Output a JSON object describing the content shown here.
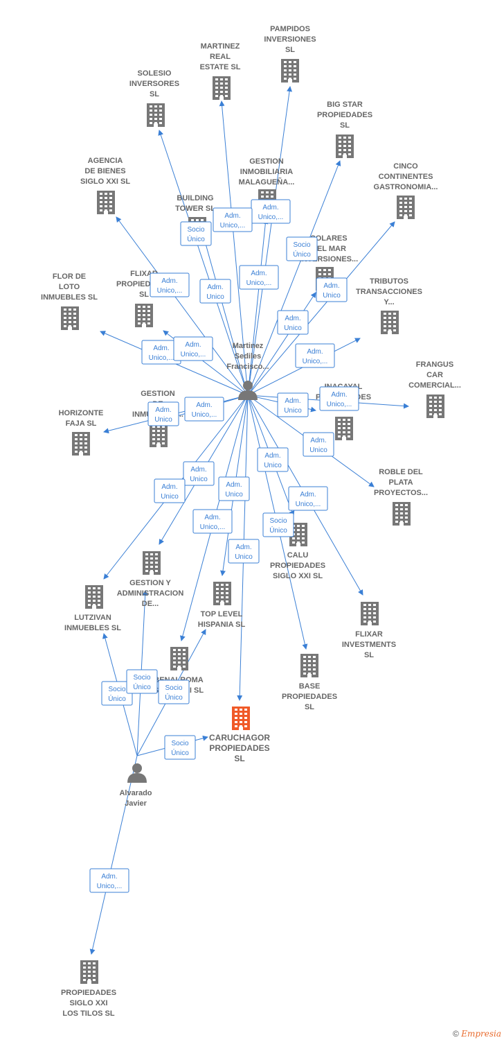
{
  "colors": {
    "edge": "#3a7fd5",
    "building": "#777777",
    "building_main": "#f05a28",
    "person": "#777777"
  },
  "persons": [
    {
      "id": "martinez",
      "lines": [
        "Martinez",
        "Sedile s",
        "Francisco..."
      ]
    },
    {
      "id": "alvarado",
      "lines": [
        "Alvarado",
        "Javier"
      ]
    }
  ],
  "companies": [
    {
      "id": "pampidos",
      "lines": [
        "PAMPIDOS",
        "INVERSIONES",
        "SL"
      ]
    },
    {
      "id": "martinez_real",
      "lines": [
        "MARTINEZ",
        "REAL",
        "ESTATE  SL"
      ]
    },
    {
      "id": "solesio",
      "lines": [
        "SOLESIO",
        "INVERSORES",
        "SL"
      ]
    },
    {
      "id": "bigstar",
      "lines": [
        "BIG STAR",
        "PROPIEDADES",
        "SL"
      ]
    },
    {
      "id": "agencia",
      "lines": [
        "AGENCIA",
        "DE BIENES",
        "SIGLO XXI  SL"
      ]
    },
    {
      "id": "gestion_malaga",
      "lines": [
        "GESTION",
        "INMOBILIARIA",
        "MALAGUEÑA..."
      ]
    },
    {
      "id": "cinco",
      "lines": [
        "CINCO",
        "CONTINENTES",
        "GASTRONOMIA..."
      ]
    },
    {
      "id": "building",
      "lines": [
        "BUILDING",
        "TOWER  SL"
      ]
    },
    {
      "id": "solares",
      "lines": [
        "SOLARES",
        "DEL MAR",
        "INVERSIONES..."
      ]
    },
    {
      "id": "flor",
      "lines": [
        "FLOR DE",
        "LOTO",
        "INMUEBLES  SL"
      ]
    },
    {
      "id": "flixar_prop",
      "lines": [
        "FLIXAR",
        "PROPIEDADES",
        "SL"
      ]
    },
    {
      "id": "tributos",
      "lines": [
        "TRIBUTOS",
        "TRANSACCIONES",
        "Y..."
      ]
    },
    {
      "id": "frangus",
      "lines": [
        "FRANGUS",
        "CAR",
        "COMERCIAL..."
      ]
    },
    {
      "id": "gestion_de",
      "lines": [
        "GESTION",
        "DE",
        "INMUEBLES..."
      ]
    },
    {
      "id": "inacayal",
      "lines": [
        "INACAYAL",
        "PROPIEDADES",
        "SL"
      ]
    },
    {
      "id": "horizonte",
      "lines": [
        "HORIZONTE",
        "FAJA  SL"
      ]
    },
    {
      "id": "roble",
      "lines": [
        "ROBLE DEL",
        "PLATA",
        "PROYECTOS..."
      ]
    },
    {
      "id": "calu",
      "lines": [
        "CALU",
        "PROPIEDADES",
        "SIGLO XXI  SL"
      ]
    },
    {
      "id": "gestion_admin",
      "lines": [
        "GESTION Y",
        "ADMINISTRACION",
        "DE..."
      ]
    },
    {
      "id": "lutzivan",
      "lines": [
        "LUTZIVAN",
        "INMUEBLES  SL"
      ]
    },
    {
      "id": "toplevel",
      "lines": [
        "TOP LEVEL",
        "HISPANIA  SL"
      ]
    },
    {
      "id": "flixar_inv",
      "lines": [
        "FLIXAR",
        "INVESTMENTS",
        "SL"
      ]
    },
    {
      "id": "benalroma",
      "lines": [
        "BENALROMA",
        "SIGLO XXI  SL"
      ]
    },
    {
      "id": "base",
      "lines": [
        "BASE",
        "PROPIEDADES",
        "SL"
      ]
    },
    {
      "id": "caruchagor",
      "lines": [
        "CARUCHAGOR",
        "PROPIEDADES",
        "SL"
      ],
      "main": true
    },
    {
      "id": "tilos",
      "lines": [
        "PROPIEDADES",
        "SIGLO XXI",
        "LOS TILOS  SL"
      ]
    }
  ],
  "edges": [
    {
      "from": "martinez",
      "to": "pampidos",
      "label": [
        "Adm.",
        "Unico,..."
      ]
    },
    {
      "from": "martinez",
      "to": "martinez_real",
      "label": [
        "Adm.",
        "Unico,..."
      ]
    },
    {
      "from": "martinez",
      "to": "solesio",
      "label": [
        "Socio",
        "Único"
      ]
    },
    {
      "from": "martinez",
      "to": "bigstar",
      "label": [
        "Socio",
        "Único"
      ]
    },
    {
      "from": "martinez",
      "to": "agencia",
      "label": [
        "Adm.",
        "Unico,..."
      ]
    },
    {
      "from": "martinez",
      "to": "gestion_malaga",
      "label": [
        "Adm.",
        "Unico,..."
      ]
    },
    {
      "from": "martinez",
      "to": "cinco",
      "label": [
        "Adm.",
        "Unico"
      ]
    },
    {
      "from": "martinez",
      "to": "building",
      "label": [
        "Adm.",
        "Unico"
      ]
    },
    {
      "from": "martinez",
      "to": "solares",
      "label": [
        "Adm.",
        "Unico"
      ]
    },
    {
      "from": "martinez",
      "to": "flor",
      "label": [
        "Adm.",
        "Unico,..."
      ]
    },
    {
      "from": "martinez",
      "to": "flixar_prop",
      "label": [
        "Adm.",
        "Unico,..."
      ]
    },
    {
      "from": "martinez",
      "to": "tributos",
      "label": [
        "Adm.",
        "Unico,..."
      ]
    },
    {
      "from": "martinez",
      "to": "frangus",
      "label": [
        "Adm.",
        "Unico,..."
      ]
    },
    {
      "from": "martinez",
      "to": "gestion_de",
      "label": [
        "Adm.",
        "Unico,..."
      ]
    },
    {
      "from": "martinez",
      "to": "inacayal",
      "label": [
        "Adm.",
        "Unico"
      ]
    },
    {
      "from": "martinez",
      "to": "horizonte",
      "label": [
        "Adm.",
        "Unico"
      ]
    },
    {
      "from": "martinez",
      "to": "roble",
      "label": [
        "Adm.",
        "Unico"
      ]
    },
    {
      "from": "martinez",
      "to": "calu",
      "label": [
        "Adm.",
        "Unico"
      ]
    },
    {
      "from": "martinez",
      "to": "gestion_admin",
      "label": [
        "Adm.",
        "Unico"
      ]
    },
    {
      "from": "martinez",
      "to": "lutzivan",
      "label": [
        "Adm.",
        "Unico"
      ]
    },
    {
      "from": "martinez",
      "to": "toplevel",
      "label": [
        "Adm.",
        "Unico"
      ]
    },
    {
      "from": "martinez",
      "to": "flixar_inv",
      "label": [
        "Adm.",
        "Unico,..."
      ]
    },
    {
      "from": "martinez",
      "to": "benalroma",
      "label": [
        "Adm.",
        "Unico,..."
      ]
    },
    {
      "from": "martinez",
      "to": "base",
      "label": [
        "Socio",
        "Único"
      ]
    },
    {
      "from": "martinez",
      "to": "caruchagor",
      "label": [
        "Adm.",
        "Unico"
      ]
    },
    {
      "from": "alvarado",
      "to": "lutzivan",
      "label": [
        "Socio",
        "Único"
      ]
    },
    {
      "from": "alvarado",
      "to": "gestion_admin",
      "label": [
        "Socio",
        "Único"
      ]
    },
    {
      "from": "alvarado",
      "to": "toplevel",
      "label": [
        "Socio",
        "Único"
      ]
    },
    {
      "from": "alvarado",
      "to": "caruchagor",
      "label": [
        "Socio",
        "Único"
      ]
    },
    {
      "from": "alvarado",
      "to": "tilos",
      "label": [
        "Adm.",
        "Unico,..."
      ]
    }
  ],
  "footer": {
    "copyright": "©",
    "brand": "Empresia"
  }
}
